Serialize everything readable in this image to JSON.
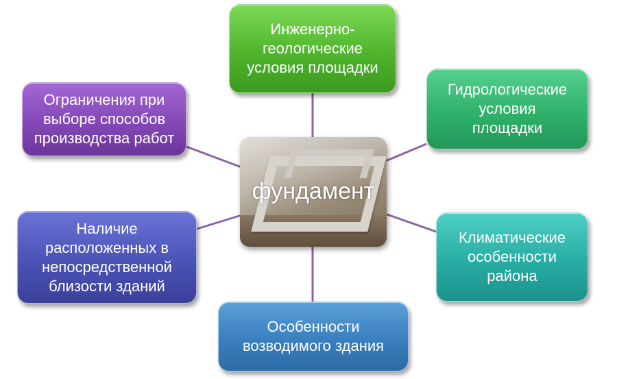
{
  "center": {
    "label": "фундамент"
  },
  "nodes": {
    "top": "Инженерно-\nгеологические\nусловия площадки",
    "top_right": "Гидрологические\nусловия\nплощадки",
    "right": "Климатические\nособенности\nрайона",
    "bottom": "Особенности\nвозводимого здания",
    "left": "Наличие\nрасположенных в\nнепосредственной\nблизости зданий",
    "top_left": "Ограничения при\nвыборе способов\nпроизводства работ"
  },
  "colors": {
    "connector": "#8b64a8",
    "top": "#4fb52c",
    "top_right": "#2fb26b",
    "right": "#27ada4",
    "bottom": "#3a7fbf",
    "left": "#4b52b6",
    "top_left": "#8448b6"
  }
}
